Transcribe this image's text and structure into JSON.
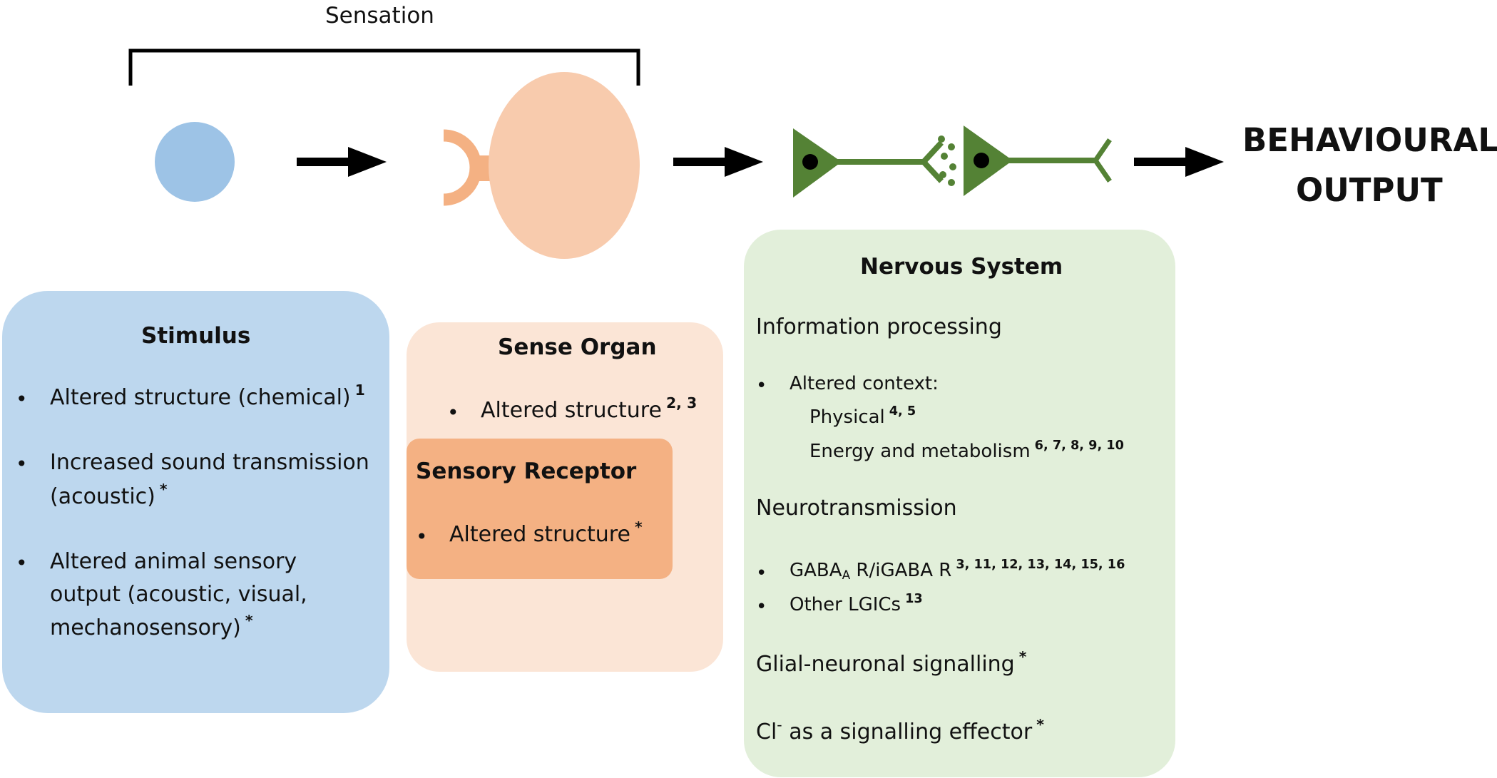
{
  "header": {
    "sensation_label": "Sensation",
    "output_line1": "BEHAVIOURAL",
    "output_line2": "OUTPUT"
  },
  "colors": {
    "stimulus": "#bdd7ee",
    "stimulus_circle": "#9dc3e6",
    "sense_organ": "#fbe5d6",
    "sense_organ_shape": "#f8cbad",
    "receptor": "#f4b183",
    "nervous": "#e2efda",
    "neuron": "#548235",
    "arrow": "#000000"
  },
  "stimulus": {
    "title": "Stimulus",
    "bullet": "•",
    "items": [
      {
        "text": "Altered structure (chemical)",
        "ref": "1"
      },
      {
        "line1": "Increased sound transmission",
        "line2": "(acoustic)",
        "ref": "*"
      },
      {
        "line1": "Altered animal sensory",
        "line2": "output (acoustic, visual,",
        "line3": "mechanosensory)",
        "ref": "*"
      }
    ]
  },
  "sense_organ": {
    "title": "Sense Organ",
    "bullet": "•",
    "item": {
      "text": "Altered structure",
      "ref": "2, 3"
    }
  },
  "sensory_receptor": {
    "title": "Sensory Receptor",
    "bullet": "•",
    "item": {
      "text": "Altered structure",
      "ref": "*"
    }
  },
  "nervous_system": {
    "title": "Nervous System",
    "bullet": "•",
    "info_heading": "Information processing",
    "context_item": "Altered context:",
    "physical": {
      "text": "Physical",
      "ref": "4, 5"
    },
    "energy": {
      "text": "Energy and metabolism",
      "ref": "6, 7, 8, 9, 10"
    },
    "neuro_heading": "Neurotransmission",
    "gaba": {
      "pre": "GABA",
      "sub": "A",
      "post": " R/iGABA R",
      "ref": "3, 11, 12, 13, 14, 15, 16"
    },
    "lgic": {
      "text": "Other LGICs",
      "ref": "13"
    },
    "glial": {
      "text": "Glial-neuronal signalling",
      "ref": "*"
    },
    "cl": {
      "pre": "Cl",
      "sup": "-",
      "post": " as a signalling effector",
      "ref": "*"
    }
  }
}
